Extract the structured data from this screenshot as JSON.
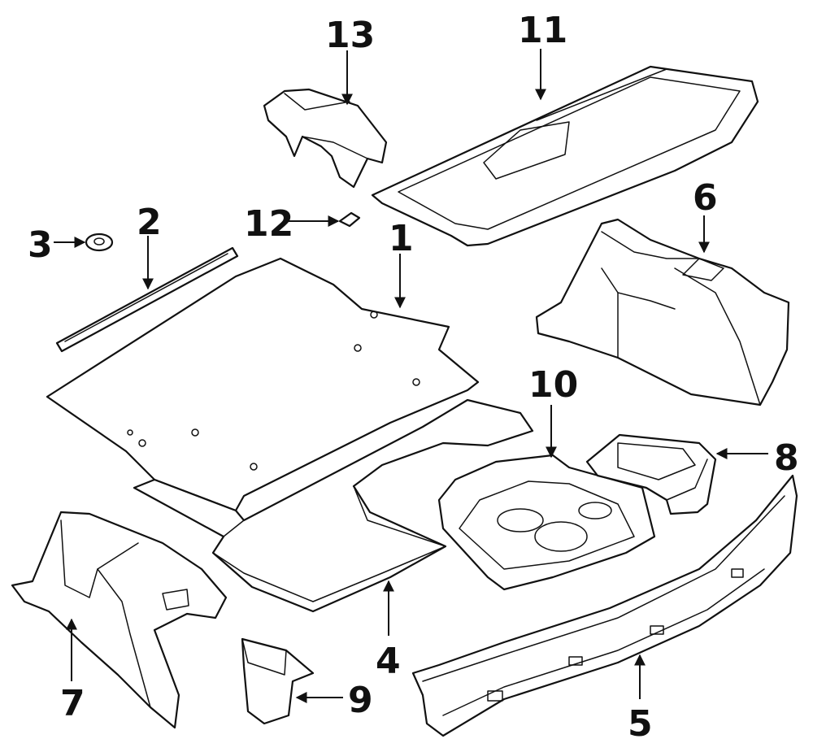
{
  "colors": {
    "line": "#111111",
    "background": "#ffffff"
  },
  "callouts": {
    "p1": "1",
    "p2": "2",
    "p3": "3",
    "p4": "4",
    "p5": "5",
    "p6": "6",
    "p7": "7",
    "p8": "8",
    "p9": "9",
    "p10": "10",
    "p11": "11",
    "p12": "12",
    "p13": "13"
  }
}
